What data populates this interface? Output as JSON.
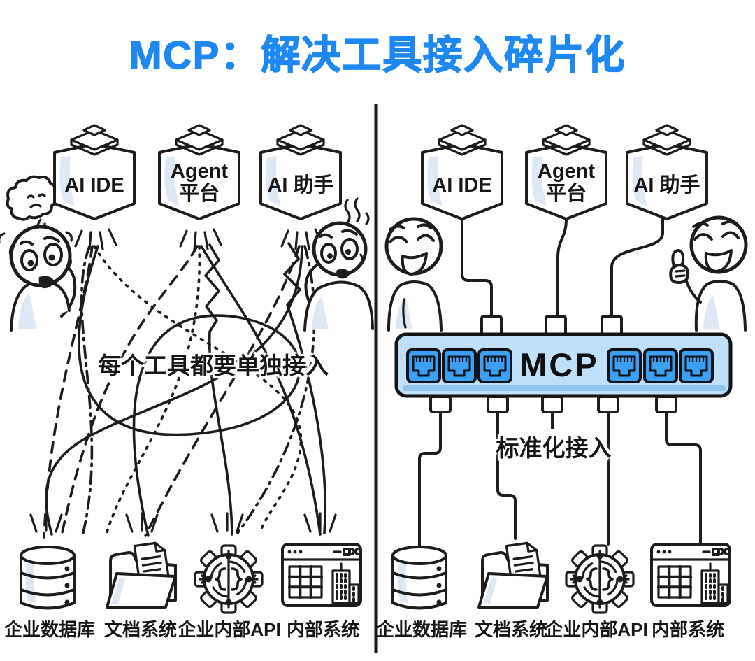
{
  "title": "MCP：解决工具接入碎片化",
  "colors": {
    "title_blue": "#1e88f2",
    "hub_fill": "#bfe0fa",
    "hub_shadow": "#8fc3ea",
    "port_blue": "#3ba0f3",
    "ink": "#1c1c1c",
    "shade_blue": "#dde8f4"
  },
  "left": {
    "caption": "每个工具都要单独接入",
    "tools": [
      {
        "label": "AI IDE"
      },
      {
        "label": "Agent",
        "label2": "平台"
      },
      {
        "label": "AI 助手"
      }
    ],
    "systems": [
      {
        "label": "企业数据库"
      },
      {
        "label": "文档系统"
      },
      {
        "label": "企业内部API"
      },
      {
        "label": "内部系统"
      }
    ]
  },
  "right": {
    "caption": "标准化接入",
    "hub": "MCP",
    "tools": [
      {
        "label": "AI IDE"
      },
      {
        "label": "Agent",
        "label2": "平台"
      },
      {
        "label": "AI 助手"
      }
    ],
    "systems": [
      {
        "label": "企业数据库"
      },
      {
        "label": "文档系统"
      },
      {
        "label": "企业内部API"
      },
      {
        "label": "内部系统"
      }
    ]
  }
}
